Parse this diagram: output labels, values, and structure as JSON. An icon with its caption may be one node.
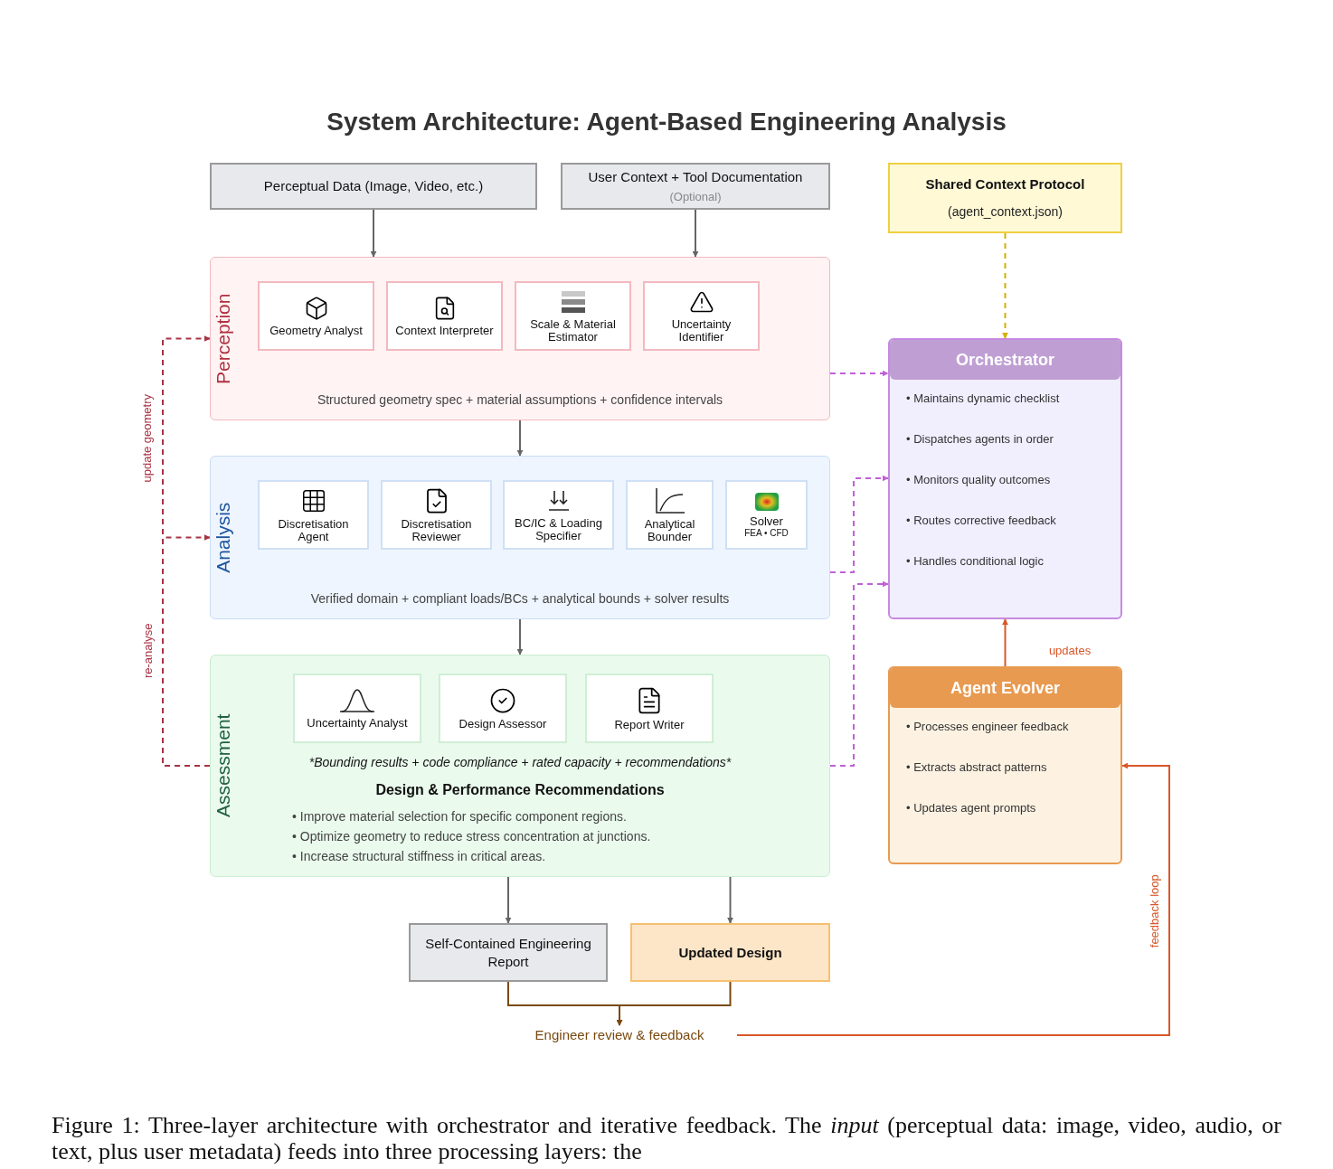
{
  "diagram": {
    "title": "System Architecture: Agent-Based Engineering Analysis",
    "caption": "Figure 1: Three-layer architecture with orchestrator and iterative feedback. The *input* (perceptual data: image, video, audio, or text, plus user metadata) feeds into three processing layers: the",
    "nodes": [
      {
        "text": [
          "Perceptual Data (Image, Video, etc.)"
        ]
      },
      {
        "text": [
          "User Context + Tool Documentation",
          "(Optional)"
        ]
      },
      {
        "text": [
          "Shared Context Protocol",
          "(agent_context.json)"
        ]
      },
      {
        "text": [
          "Perception",
          "Structured geometry spec + material assumptions + confidence intervals"
        ]
      },
      {
        "text": [
          "Geometry Analyst"
        ],
        "in": 3
      },
      {
        "text": [
          "Context Interpreter"
        ],
        "in": 3
      },
      {
        "text": [
          "Scale & Material Estimator"
        ],
        "in": 3
      },
      {
        "text": [
          "Uncertainty Identifier"
        ],
        "in": 3
      },
      {
        "text": [
          "Analysis",
          "Verified domain + compliant loads/BCs + analytical bounds + solver results"
        ]
      },
      {
        "text": [
          "Discretisation Agent"
        ],
        "in": 8
      },
      {
        "text": [
          "Discretisation Reviewer"
        ],
        "in": 8
      },
      {
        "text": [
          "BC/IC & Loading Specifier"
        ],
        "in": 8
      },
      {
        "text": [
          "Analytical Bounder"
        ],
        "in": 8
      },
      {
        "text": [
          "Solver",
          "FEA • CFD"
        ],
        "in": 8
      },
      {
        "text": [
          "Assessment",
          "*Bounding results + code compliance + rated capacity + recommendations*",
          "Design & Performance Recommendations",
          "• Improve material selection for specific component regions.",
          "• Optimize geometry to reduce stress concentration at junctions.",
          "• Increase structural stiffness in critical areas."
        ]
      },
      {
        "text": [
          "Uncertainty Analyst"
        ],
        "in": 14
      },
      {
        "text": [
          "Design Assessor"
        ],
        "in": 14
      },
      {
        "text": [
          "Report Writer"
        ],
        "in": 14
      },
      {
        "text": [
          "Orchestrator",
          "• Maintains dynamic checklist",
          "• Dispatches agents in order",
          "• Monitors quality outcomes",
          "• Routes corrective feedback",
          "• Handles conditional logic"
        ]
      },
      {
        "text": [
          "Agent Evolver",
          "• Processes engineer feedback",
          "• Extracts abstract patterns",
          "• Updates agent prompts"
        ]
      },
      {
        "text": [
          "Self-Contained Engineering Report"
        ]
      },
      {
        "text": [
          "Updated Design"
        ]
      },
      {
        "text": [
          "Engineer review & feedback"
        ]
      }
    ],
    "edges": [
      {
        "from": 0,
        "to": 3,
        "arrow": "to"
      },
      {
        "from": 1,
        "to": 3,
        "arrow": "to"
      },
      {
        "from": 2,
        "to": 18,
        "arrow": "to",
        "style": "dashed",
        "color": "#d4b000"
      },
      {
        "from": 3,
        "to": 8,
        "arrow": "to"
      },
      {
        "from": 8,
        "to": 14,
        "arrow": "to"
      },
      {
        "from": 3,
        "to": 18,
        "arrow": "to",
        "style": "dashed",
        "color": "#c060d8"
      },
      {
        "from": 8,
        "to": 18,
        "arrow": "to",
        "style": "dashed",
        "color": "#c060d8"
      },
      {
        "from": 14,
        "to": 18,
        "arrow": "to",
        "style": "dashed",
        "color": "#c060d8"
      },
      {
        "from": 14,
        "to": 3,
        "arrow": "to",
        "label": "update geometry",
        "style": "dashed",
        "color": "#a83244"
      },
      {
        "from": 14,
        "to": 8,
        "arrow": "to",
        "label": "re-analyse",
        "style": "dashed",
        "color": "#a83244"
      },
      {
        "from": 14,
        "to": 20,
        "arrow": "to"
      },
      {
        "from": 14,
        "to": 21,
        "arrow": "to"
      },
      {
        "from": 20,
        "to": 22,
        "arrow": "to",
        "color": "#7a4a10"
      },
      {
        "from": 21,
        "to": 22,
        "arrow": "to",
        "color": "#7a4a10"
      },
      {
        "from": 22,
        "to": 19,
        "arrow": "to",
        "label": "feedback loop",
        "color": "#d9572a"
      },
      {
        "from": 19,
        "to": 18,
        "arrow": "to",
        "label": "updates",
        "color": "#d9572a"
      }
    ]
  }
}
